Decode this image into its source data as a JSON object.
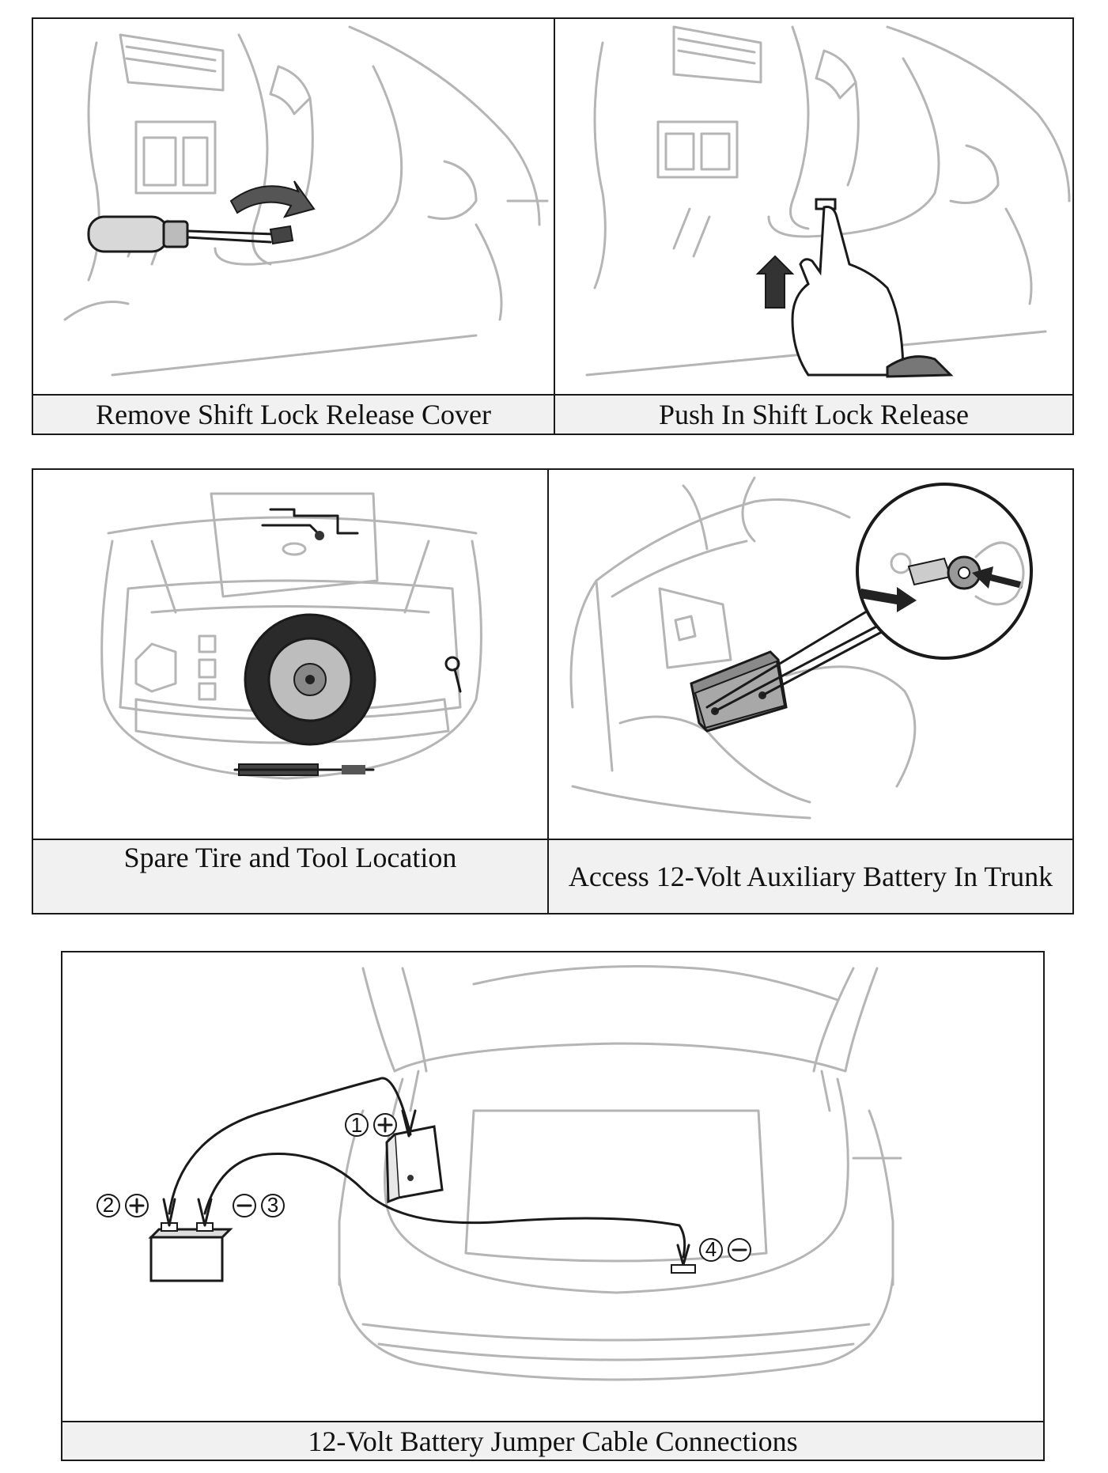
{
  "panels": {
    "shift_lock": {
      "left_caption": "Remove Shift Lock Release Cover",
      "right_caption": "Push In Shift Lock Release"
    },
    "trunk": {
      "left_caption": "Spare Tire and Tool Location",
      "right_caption": "Access 12-Volt Auxiliary Battery In Trunk"
    },
    "jumper": {
      "caption": "12-Volt Battery Jumper Cable Connections",
      "markers": [
        {
          "number": "①",
          "sign": "+"
        },
        {
          "number": "②",
          "sign": "+"
        },
        {
          "number": "③",
          "sign": "−"
        },
        {
          "number": "④",
          "sign": "−"
        }
      ]
    }
  },
  "icons": [
    "screwdriver-icon",
    "curved-arrow-icon",
    "up-arrow-icon",
    "hand-icon",
    "spare-tire-icon",
    "tow-hook-icon",
    "jack-icon",
    "lug-wrench-icon",
    "battery-icon",
    "jumper-clamp-icon"
  ],
  "colors": {
    "border": "#1a1a1a",
    "caption_bg": "#f1f1f1",
    "drawing_gray": "#b5b5b5"
  }
}
